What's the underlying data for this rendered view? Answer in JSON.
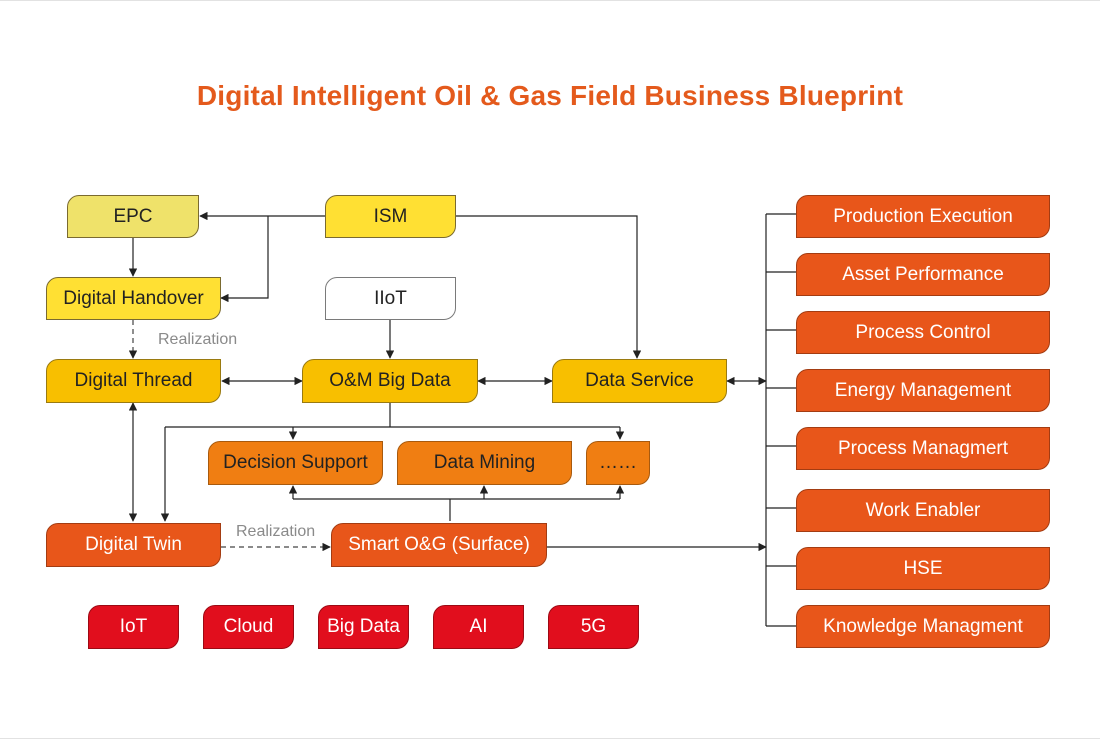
{
  "title": "Digital Intelligent Oil & Gas Field Business Blueprint",
  "nodes": {
    "epc": "EPC",
    "ism": "ISM",
    "digital_handover": "Digital Handover",
    "iiot": "IIoT",
    "digital_thread": "Digital Thread",
    "om_big_data": "O&M Big Data",
    "data_service": "Data Service",
    "decision_support": "Decision Support",
    "data_mining": "Data Mining",
    "more": "……",
    "digital_twin": "Digital Twin",
    "smart_og": "Smart O&G (Surface)"
  },
  "labels": {
    "realization_1": "Realization",
    "realization_2": "Realization"
  },
  "technologies": [
    "IoT",
    "Cloud",
    "Big Data",
    "AI",
    "5G"
  ],
  "applications": [
    "Production Execution",
    "Asset Performance",
    "Process Control",
    "Energy Management",
    "Process Managmert",
    "Work Enabler",
    "HSE",
    "Knowledge Managment"
  ],
  "colors": {
    "title": "#e45a1c",
    "yellow": "#ffe033",
    "gold": "#f8bf00",
    "orange": "#f07e12",
    "red_orange": "#e8561a",
    "red": "#e10e1d"
  }
}
